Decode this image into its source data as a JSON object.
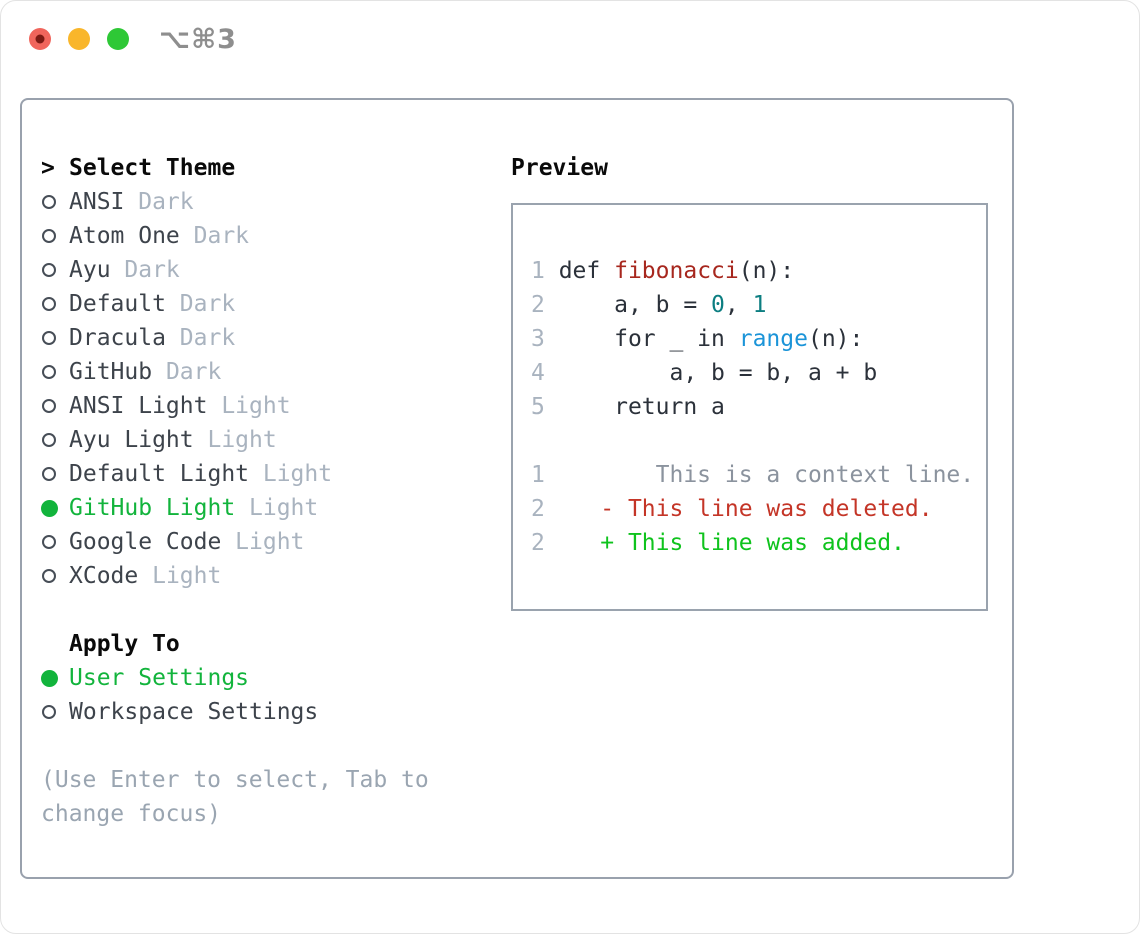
{
  "window": {
    "shortcut": "⌥⌘3",
    "traffic_lights": [
      "close-button",
      "minimize-button",
      "zoom-button"
    ]
  },
  "colors": {
    "accent_selected_green": "#12b43c",
    "traffic_red": "#f0655c",
    "traffic_yellow": "#f9b62b",
    "traffic_green": "#2ec836",
    "panel_border": "#99a1ad",
    "muted_gray": "#a9b3bf",
    "code_function_red": "#a7271e",
    "code_number_teal": "#0c7e81",
    "code_builtin_blue": "#1b94d8",
    "diff_deleted_red": "#c43527",
    "diff_added_green": "#0fc31d"
  },
  "theme_selector": {
    "title_marker": ">",
    "title": "Select Theme",
    "items": [
      {
        "name": "ANSI",
        "variant": "Dark",
        "selected": false
      },
      {
        "name": "Atom One",
        "variant": "Dark",
        "selected": false
      },
      {
        "name": "Ayu",
        "variant": "Dark",
        "selected": false
      },
      {
        "name": "Default",
        "variant": "Dark",
        "selected": false
      },
      {
        "name": "Dracula",
        "variant": "Dark",
        "selected": false
      },
      {
        "name": "GitHub",
        "variant": "Dark",
        "selected": false
      },
      {
        "name": "ANSI Light",
        "variant": "Light",
        "selected": false
      },
      {
        "name": "Ayu Light",
        "variant": "Light",
        "selected": false
      },
      {
        "name": "Default Light",
        "variant": "Light",
        "selected": false
      },
      {
        "name": "GitHub Light",
        "variant": "Light",
        "selected": true
      },
      {
        "name": "Google Code",
        "variant": "Light",
        "selected": false
      },
      {
        "name": "XCode",
        "variant": "Light",
        "selected": false
      }
    ]
  },
  "apply_to": {
    "title": "Apply To",
    "options": [
      {
        "label": "User Settings",
        "selected": true
      },
      {
        "label": "Workspace Settings",
        "selected": false
      }
    ]
  },
  "help": {
    "line1": "(Use Enter to select, Tab to",
    "line2": "change focus)"
  },
  "preview": {
    "title": "Preview",
    "code_lines": [
      {
        "number": "1",
        "segments": [
          {
            "text": " def ",
            "style": "plain"
          },
          {
            "text": "fibonacci",
            "style": "func"
          },
          {
            "text": "(n):",
            "style": "plain"
          }
        ]
      },
      {
        "number": "2",
        "segments": [
          {
            "text": "     a, b = ",
            "style": "plain"
          },
          {
            "text": "0",
            "style": "num"
          },
          {
            "text": ", ",
            "style": "plain"
          },
          {
            "text": "1",
            "style": "num"
          }
        ]
      },
      {
        "number": "3",
        "segments": [
          {
            "text": "     for _ in ",
            "style": "plain"
          },
          {
            "text": "range",
            "style": "builtin"
          },
          {
            "text": "(n):",
            "style": "plain"
          }
        ]
      },
      {
        "number": "4",
        "segments": [
          {
            "text": "         a, b = b, a + b",
            "style": "plain"
          }
        ]
      },
      {
        "number": "5",
        "segments": [
          {
            "text": "     return a",
            "style": "plain"
          }
        ]
      }
    ],
    "diff_lines": [
      {
        "number": "1",
        "segments": [
          {
            "text": "        This is a context line.",
            "style": "context"
          }
        ]
      },
      {
        "number": "2",
        "segments": [
          {
            "text": "    ",
            "style": "plain"
          },
          {
            "text": "- This line was deleted.",
            "style": "deleted"
          }
        ]
      },
      {
        "number": "2",
        "segments": [
          {
            "text": "    ",
            "style": "plain"
          },
          {
            "text": "+ This line was added.",
            "style": "added"
          }
        ]
      }
    ]
  }
}
